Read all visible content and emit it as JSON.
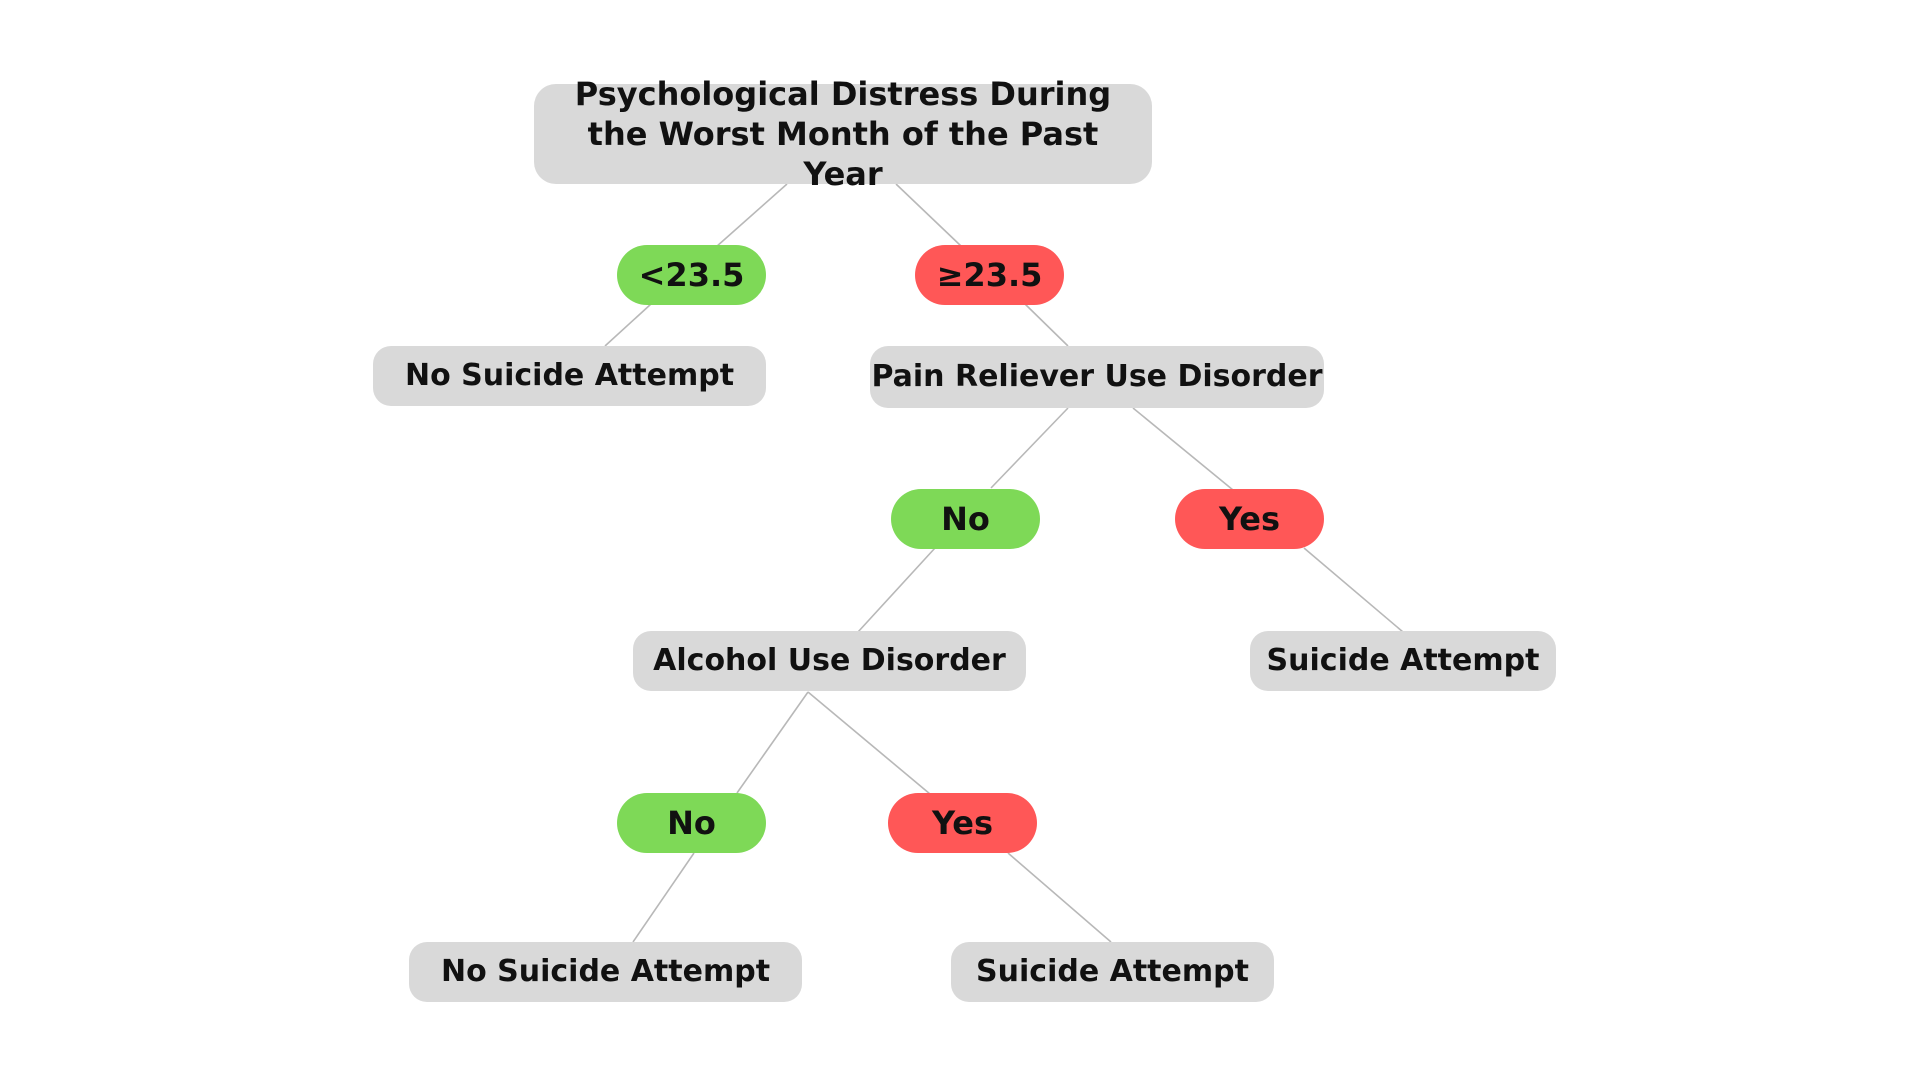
{
  "colors": {
    "node_fill": "#d9d9d9",
    "condition_low": "#7ed957",
    "condition_high": "#ff5757",
    "connector": "#b8b8b8",
    "text": "#111111"
  },
  "tree": {
    "root": {
      "label": "Psychological Distress During the Worst Month of the Past Year"
    },
    "root_branch_low": {
      "label": "<23.5"
    },
    "root_branch_high": {
      "label": "≥23.5"
    },
    "outcome_low_distress": {
      "label": "No Suicide Attempt"
    },
    "pain_reliever": {
      "label": "Pain Reliever Use Disorder"
    },
    "pain_branch_no": {
      "label": "No"
    },
    "pain_branch_yes": {
      "label": "Yes"
    },
    "outcome_pain_yes": {
      "label": "Suicide Attempt"
    },
    "alcohol": {
      "label": "Alcohol Use Disorder"
    },
    "alcohol_branch_no": {
      "label": "No"
    },
    "alcohol_branch_yes": {
      "label": "Yes"
    },
    "outcome_alcohol_no": {
      "label": "No Suicide Attempt"
    },
    "outcome_alcohol_yes": {
      "label": "Suicide Attempt"
    }
  }
}
